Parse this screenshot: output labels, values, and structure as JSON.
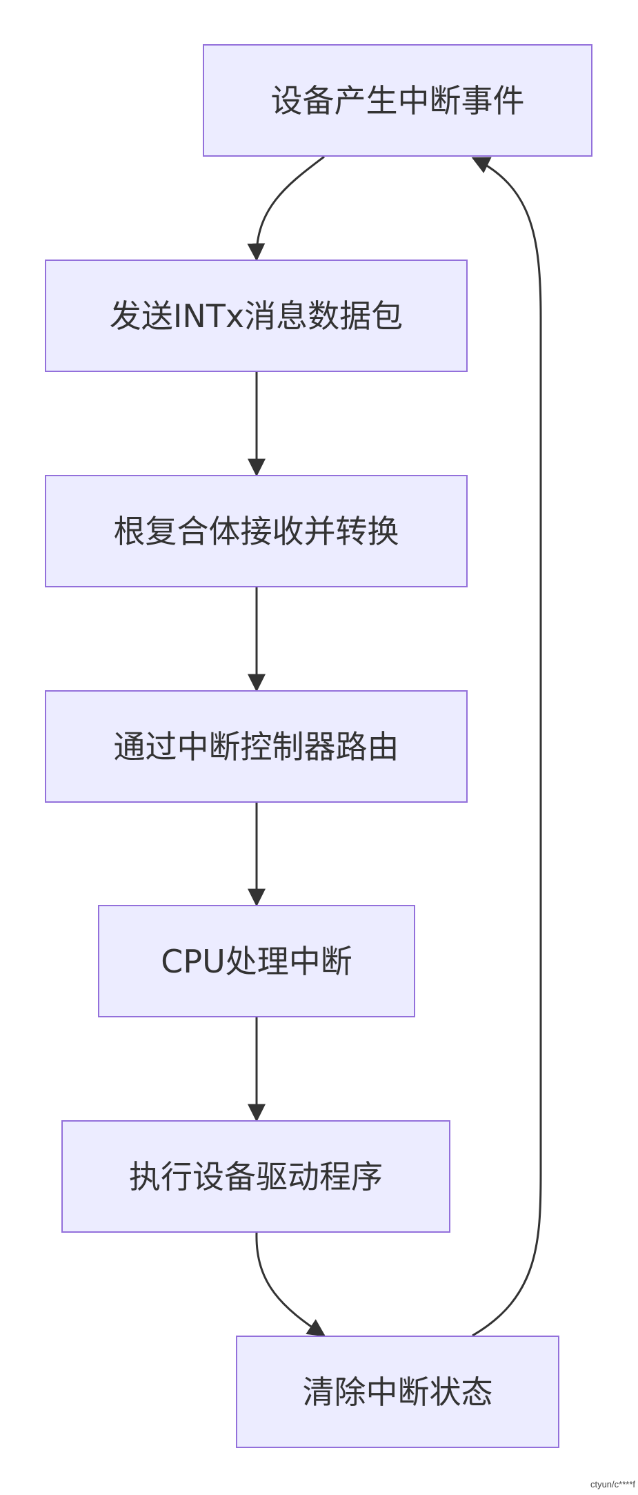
{
  "nodes": [
    {
      "id": "n1",
      "label": "设备产生中断事件"
    },
    {
      "id": "n2",
      "label": "发送INTx消息数据包"
    },
    {
      "id": "n3",
      "label": "根复合体接收并转换"
    },
    {
      "id": "n4",
      "label": "通过中断控制器路由"
    },
    {
      "id": "n5",
      "label": "CPU处理中断"
    },
    {
      "id": "n6",
      "label": "执行设备驱动程序"
    },
    {
      "id": "n7",
      "label": "清除中断状态"
    }
  ],
  "edges": [
    {
      "from": "n1",
      "to": "n2"
    },
    {
      "from": "n2",
      "to": "n3"
    },
    {
      "from": "n3",
      "to": "n4"
    },
    {
      "from": "n4",
      "to": "n5"
    },
    {
      "from": "n5",
      "to": "n6"
    },
    {
      "from": "n6",
      "to": "n7"
    },
    {
      "from": "n7",
      "to": "n1"
    }
  ],
  "colors": {
    "node_fill": "#ececff",
    "node_border": "#9370db",
    "edge": "#333333",
    "text": "#333333"
  },
  "watermark": "ctyun/c****f"
}
